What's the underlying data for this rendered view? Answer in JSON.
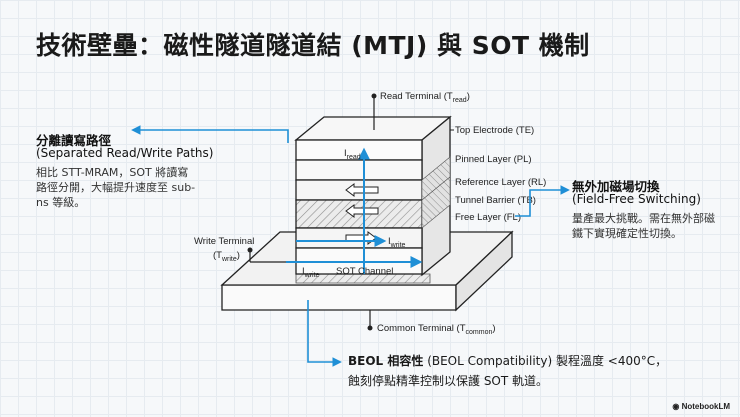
{
  "title": "技術壁壘：磁性隧道隧道結 (MTJ) 與 SOT 機制",
  "diagram": {
    "read_terminal": "Read Terminal (T",
    "read_terminal_sub": "read",
    "write_terminal_line1": "Write Terminal",
    "write_terminal_line2": "(T",
    "write_terminal_sub": "write",
    "common_terminal": "Common Terminal (T",
    "common_terminal_sub": "common",
    "layers": {
      "top_electrode": "Top Electrode (TE)",
      "pinned_layer": "Pinned Layer (PL)",
      "reference_layer": "Reference Layer (RL)",
      "tunnel_barrier": "Tunnel Barrier (TB)",
      "free_layer": "Free Layer (FL)"
    },
    "i_read": "I",
    "i_read_sub": "read",
    "i_write_stack": "I",
    "i_write_stack_sub": "write",
    "i_write_channel": "I",
    "i_write_channel_sub": "write",
    "sot_channel": "SOT Channel",
    "accent_color": "#1f8fd6"
  },
  "left_block": {
    "heading": "分離讀寫路徑",
    "subheading": "(Separated Read/Write Paths)",
    "body": "相比 STT-MRAM，SOT 將讀寫路徑分開，大幅提升速度至 sub-ns 等級。"
  },
  "right_block": {
    "heading": "無外加磁場切換",
    "subheading": "(Field-Free Switching)",
    "body": "量產最大挑戰。需在無外部磁鐵下實現確定性切換。"
  },
  "bottom_block": {
    "heading": "BEOL 相容性",
    "inline": " (BEOL Compatibility) 製程溫度 <400°C，",
    "line2": "蝕刻停點精準控制以保護 SOT 軌道。"
  },
  "brand": "NotebookLM"
}
